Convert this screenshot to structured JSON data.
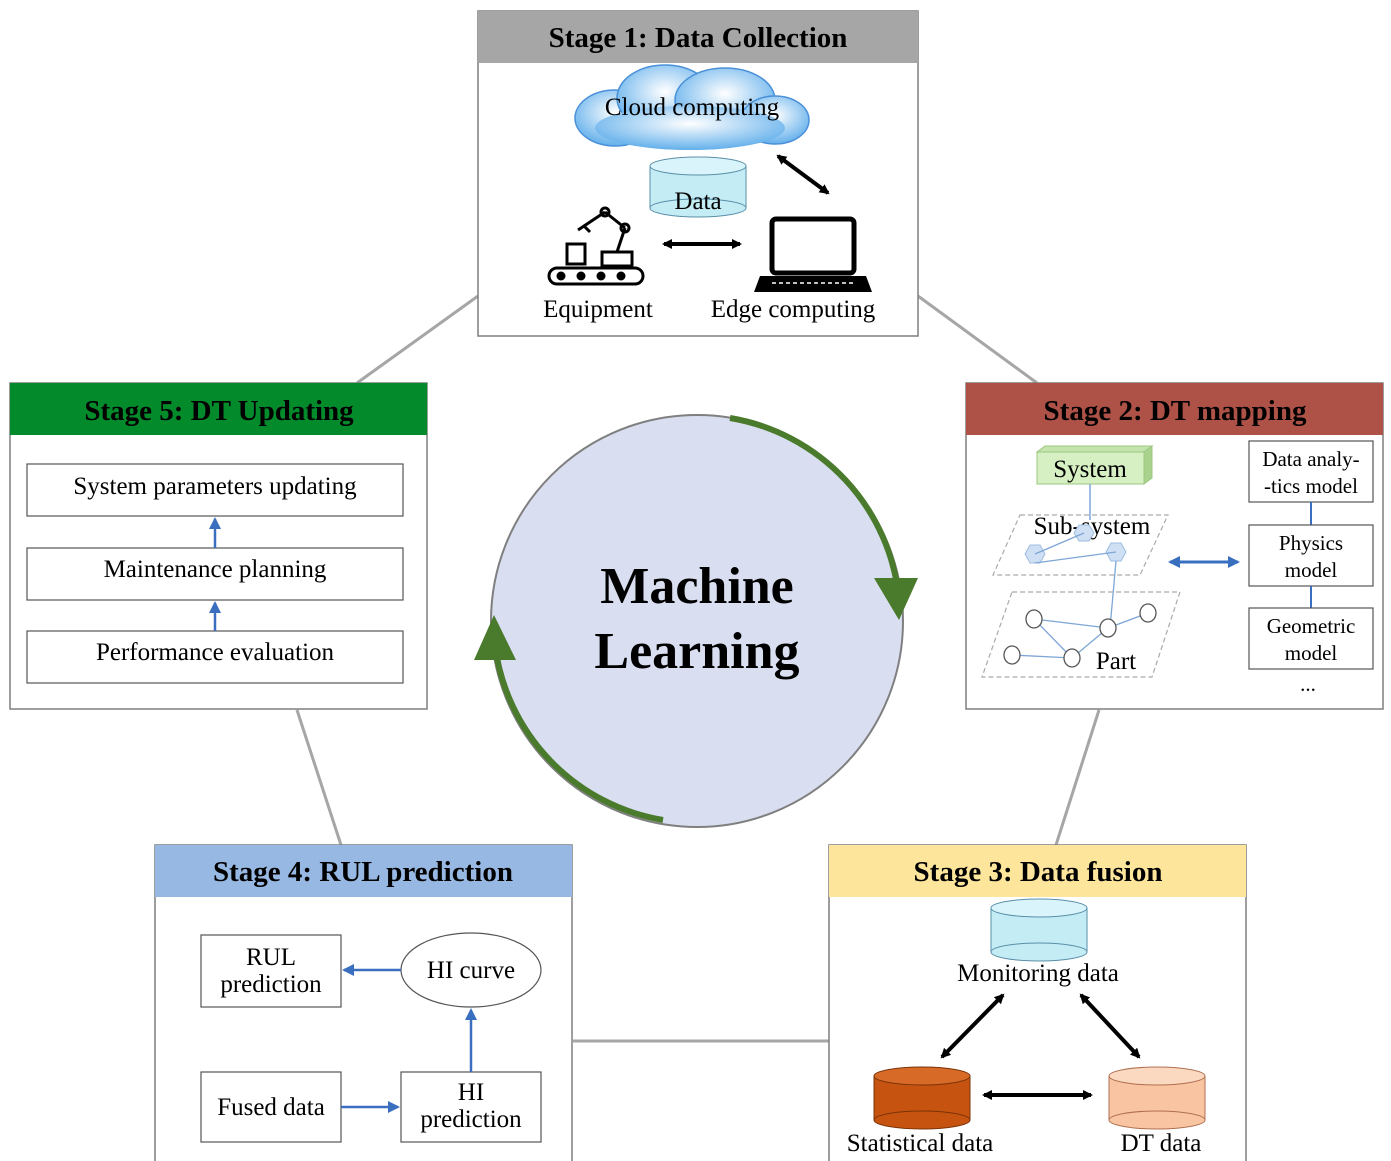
{
  "center": {
    "line1": "Machine",
    "line2": "Learning"
  },
  "stage1": {
    "title": "Stage 1: Data Collection",
    "cloud": "Cloud computing",
    "data": "Data",
    "equipment": "Equipment",
    "edge": "Edge computing",
    "header_color": "#a6a6a6"
  },
  "stage2": {
    "title": "Stage 2: DT mapping",
    "system": "System",
    "subsystem": "Sub-system",
    "part": "Part",
    "model1_line1": "Data analy-",
    "model1_line2": "-tics model",
    "model2_line1": "Physics",
    "model2_line2": "model",
    "model3_line1": "Geometric",
    "model3_line2": "model",
    "ellipsis": "...",
    "header_color": "#ae5248"
  },
  "stage3": {
    "title": "Stage 3: Data fusion",
    "monitoring": "Monitoring data",
    "statistical": "Statistical data",
    "dt": "DT data",
    "header_color": "#fde59c"
  },
  "stage4": {
    "title": "Stage 4: RUL prediction",
    "rul_line1": "RUL",
    "rul_line2": "prediction",
    "hi_curve": "HI curve",
    "fused": "Fused data",
    "hi_pred_line1": "HI",
    "hi_pred_line2": "prediction",
    "header_color": "#97b8e2"
  },
  "stage5": {
    "title": "Stage 5: DT Updating",
    "item1": "System parameters updating",
    "item2": "Maintenance planning",
    "item3": "Performance evaluation",
    "header_color": "#038a2b"
  },
  "colors": {
    "circle_fill": "#d9dff0",
    "cycle_arrow": "#4a7a2c",
    "connector": "#a6a6a6",
    "blue_arrow": "#3a6fc0",
    "db_blue": "#c3ecf5",
    "db_orange": "#c65410",
    "db_peach": "#f8c4a2",
    "system_box": "#d6f0c4"
  },
  "icons": [
    "cloud-icon",
    "robot-arm-icon",
    "laptop-icon",
    "database-icon"
  ]
}
